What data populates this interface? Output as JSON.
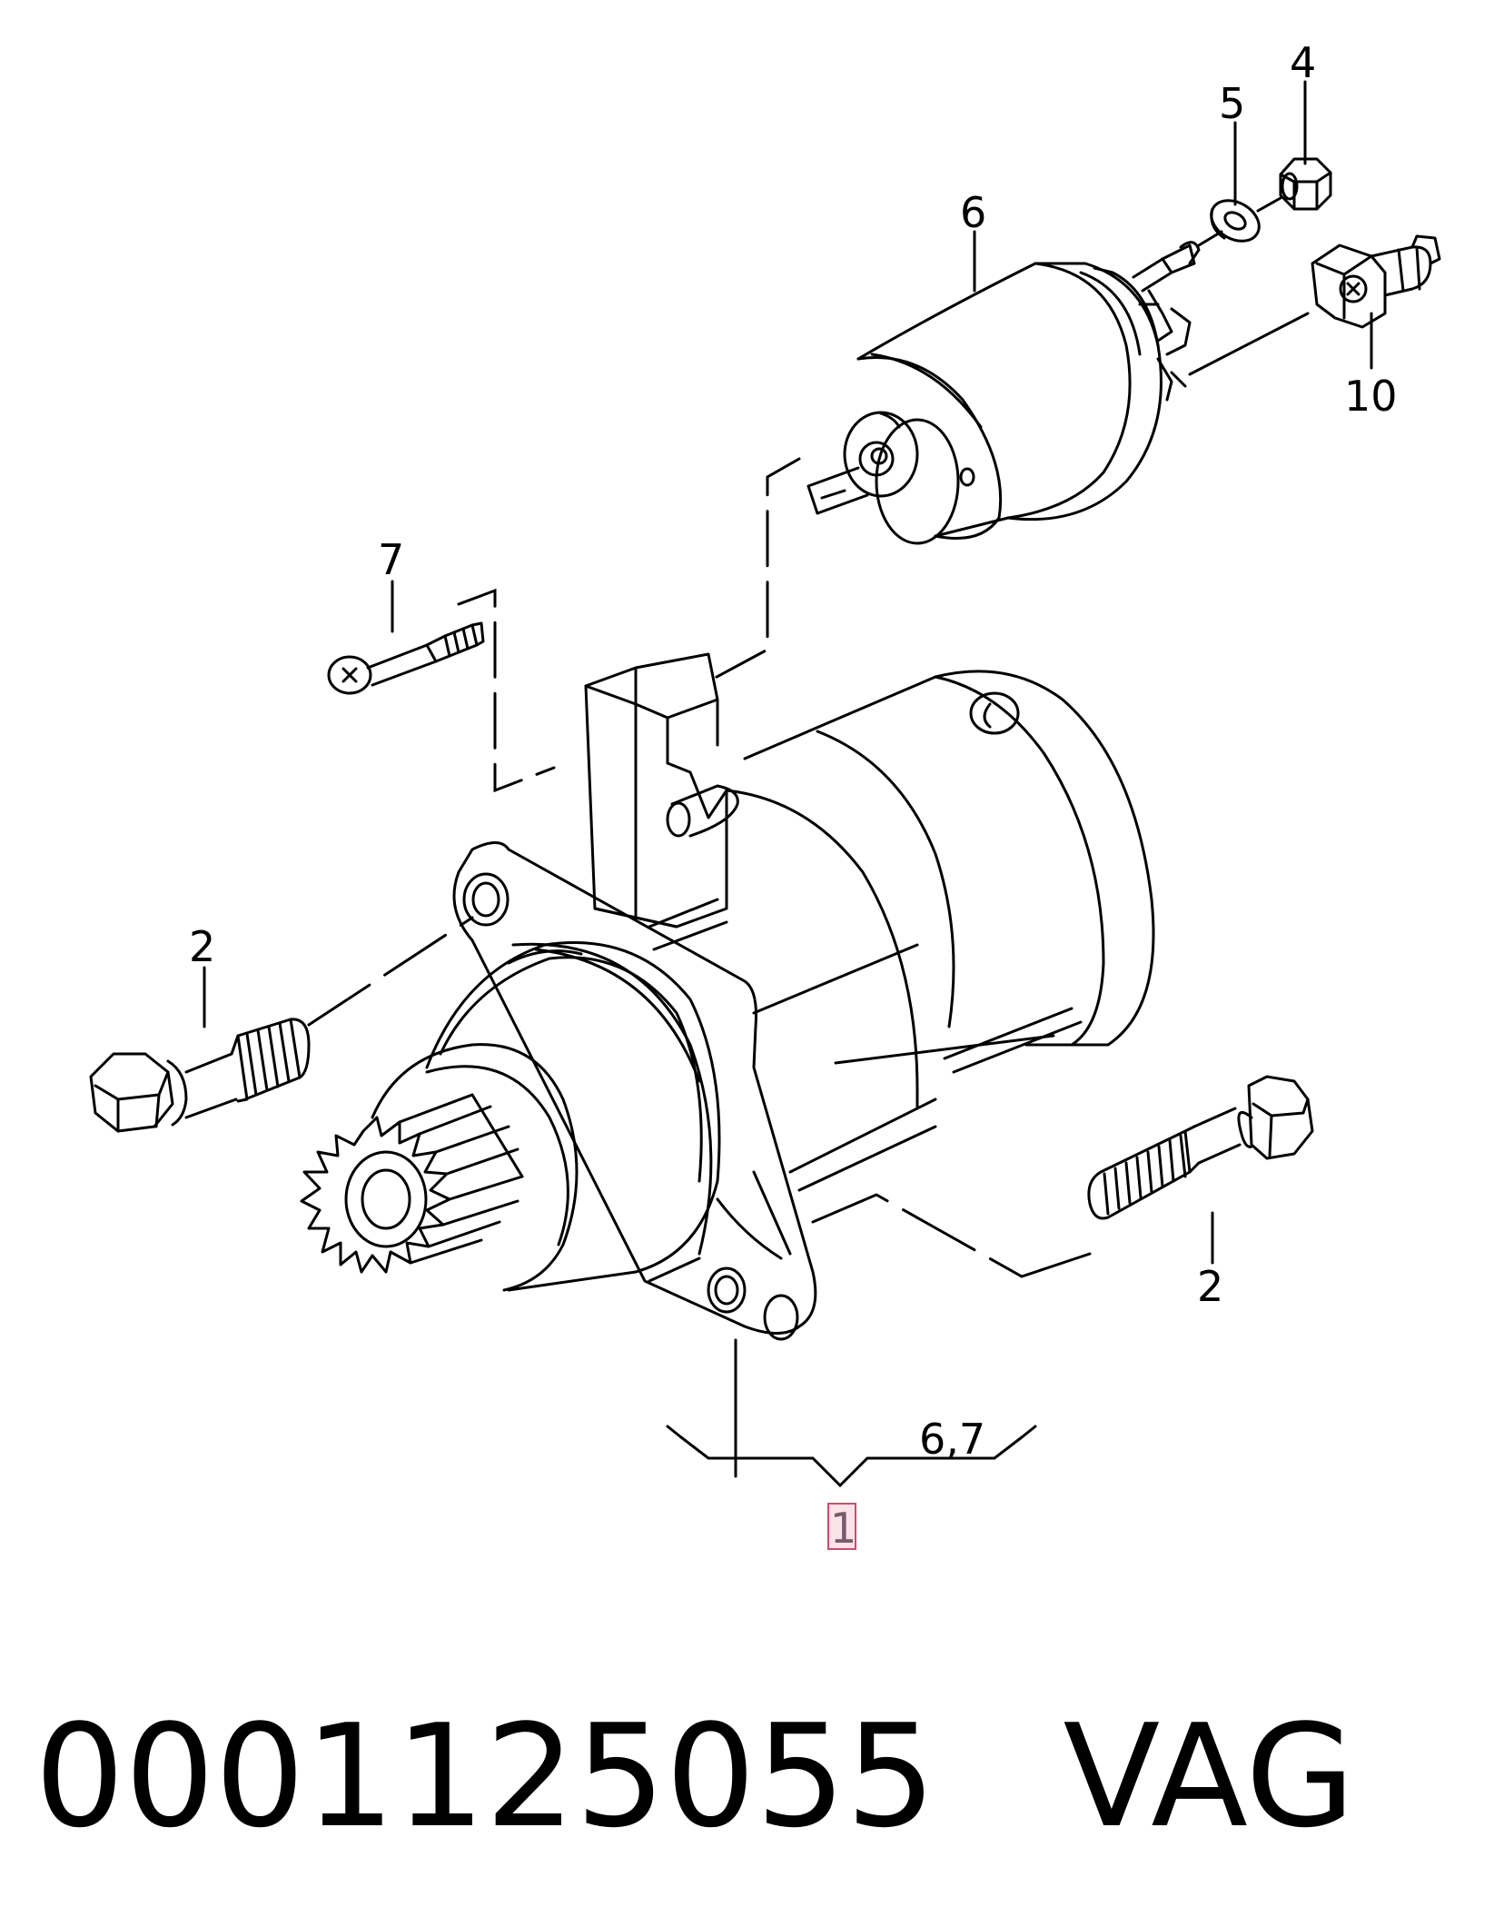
{
  "callouts": {
    "c4": "4",
    "c5": "5",
    "c6": "6",
    "c10": "10",
    "c7": "7",
    "c2_left": "2",
    "c2_right": "2",
    "c67": "6,7",
    "c1": "1"
  },
  "caption": {
    "part_number": "0001125055",
    "brand": "VAG"
  },
  "colors": {
    "line": "#000000",
    "ref_box_fill": "#fbe3ea",
    "ref_box_stroke": "#d04a6a"
  }
}
